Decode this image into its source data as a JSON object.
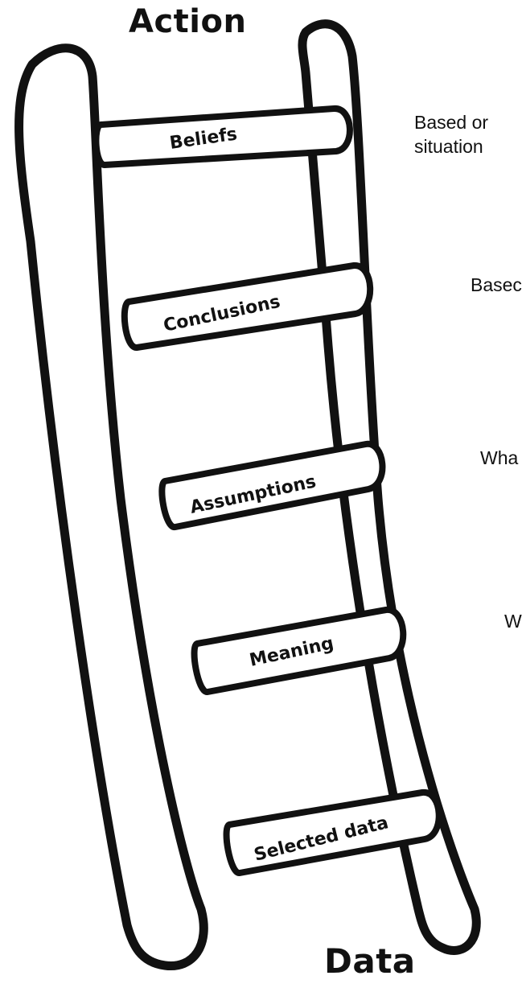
{
  "diagram": {
    "top_label": "Action",
    "bottom_label": "Data",
    "rungs": [
      {
        "label": "Beliefs"
      },
      {
        "label": "Conclusions"
      },
      {
        "label": "Assumptions"
      },
      {
        "label": "Meaning"
      },
      {
        "label": "Selected data"
      }
    ],
    "side_notes": [
      {
        "line1": "Based or",
        "line2": "situation"
      },
      {
        "line1": "Basec"
      },
      {
        "line1": "Wha"
      },
      {
        "line1": "W"
      }
    ]
  }
}
